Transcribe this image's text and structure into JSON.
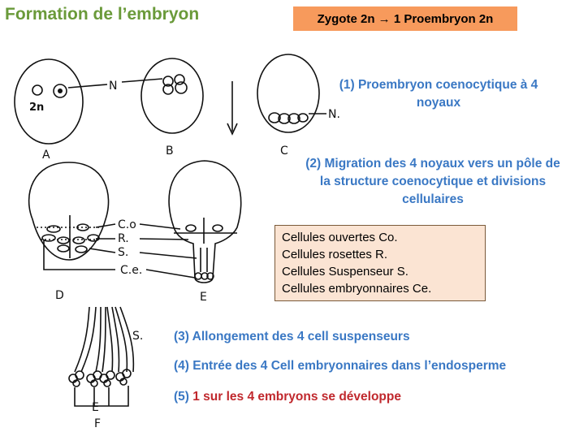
{
  "title": "Formation de l’embryon",
  "badge": "Zygote 2n → 1 Proembryon 2n",
  "steps": {
    "s1": "(1) Proembryon coenocytique à 4 noyaux",
    "s2": "(2) Migration des 4 noyaux vers un pôle de la structure coenocytique et divisions cellulaires",
    "s3": "(3) Allongement des 4 cell suspenseurs",
    "s4": "(4) Entrée des 4 Cell embryonnaires dans l’endosperme",
    "s5_prefix": "(5) ",
    "s5_main": "1 sur les 4 embryons se développe"
  },
  "legend": [
    "Cellules ouvertes Co.",
    "Cellules rosettes R.",
    "Cellules Suspenseur S.",
    "Cellules embryonnaires Ce."
  ],
  "figure_labels": {
    "A": "A",
    "B": "B",
    "C": "C",
    "D": "D",
    "E": "E",
    "F": "F",
    "n": "N",
    "n2": "N.",
    "ploidy": "2n",
    "co": "C.o",
    "r": "R.",
    "s": "S.",
    "ce": "C.e.",
    "s_f": "S.",
    "e_f": "E"
  },
  "colors": {
    "title": "#6a9a3a",
    "badge": "#f79a5c",
    "step": "#3a78c4",
    "highlight": "#c0282d",
    "legend_bg": "#fbe4d3"
  }
}
